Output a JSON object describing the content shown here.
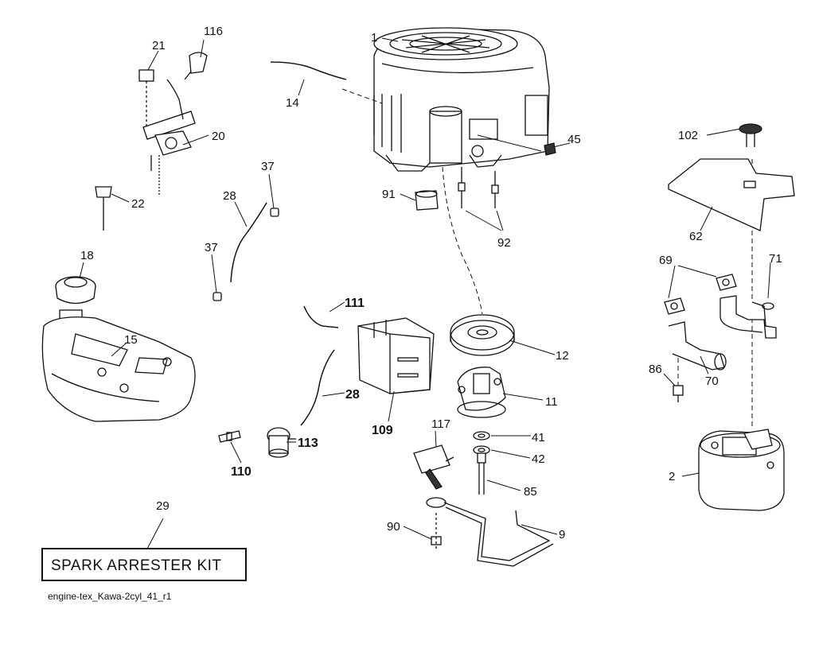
{
  "diagram": {
    "caption": "engine-tex_Kawa-2cyl_41_r1",
    "kit_box_label": "SPARK ARRESTER KIT",
    "parts": [
      {
        "id": "p1",
        "label": "1"
      },
      {
        "id": "p2",
        "label": "2"
      },
      {
        "id": "p9",
        "label": "9"
      },
      {
        "id": "p11",
        "label": "11"
      },
      {
        "id": "p12",
        "label": "12"
      },
      {
        "id": "p14",
        "label": "14"
      },
      {
        "id": "p15",
        "label": "15"
      },
      {
        "id": "p18",
        "label": "18"
      },
      {
        "id": "p20",
        "label": "20"
      },
      {
        "id": "p21",
        "label": "21"
      },
      {
        "id": "p22",
        "label": "22"
      },
      {
        "id": "p28a",
        "label": "28"
      },
      {
        "id": "p28b",
        "label": "28"
      },
      {
        "id": "p29",
        "label": "29"
      },
      {
        "id": "p37a",
        "label": "37"
      },
      {
        "id": "p37b",
        "label": "37"
      },
      {
        "id": "p41",
        "label": "41"
      },
      {
        "id": "p42",
        "label": "42"
      },
      {
        "id": "p45",
        "label": "45"
      },
      {
        "id": "p62",
        "label": "62"
      },
      {
        "id": "p69",
        "label": "69"
      },
      {
        "id": "p70",
        "label": "70"
      },
      {
        "id": "p71",
        "label": "71"
      },
      {
        "id": "p85",
        "label": "85"
      },
      {
        "id": "p86",
        "label": "86"
      },
      {
        "id": "p90",
        "label": "90"
      },
      {
        "id": "p91",
        "label": "91"
      },
      {
        "id": "p92",
        "label": "92"
      },
      {
        "id": "p102",
        "label": "102"
      },
      {
        "id": "p109",
        "label": "109"
      },
      {
        "id": "p110",
        "label": "110"
      },
      {
        "id": "p111",
        "label": "111"
      },
      {
        "id": "p113",
        "label": "113"
      },
      {
        "id": "p116",
        "label": "116"
      },
      {
        "id": "p117",
        "label": "117"
      }
    ]
  }
}
